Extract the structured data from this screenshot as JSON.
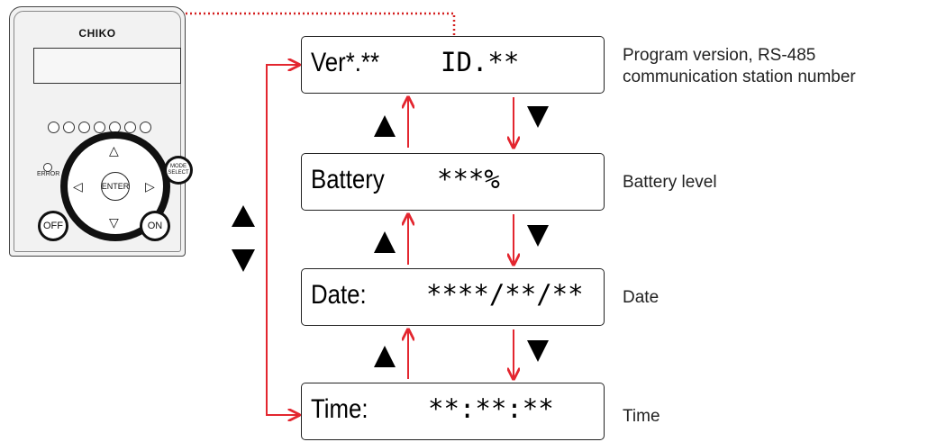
{
  "device": {
    "brand": "CHIKO",
    "error_label": "ERROR",
    "enter_label": "ENTER",
    "mode_label_1": "MODE",
    "mode_label_2": "SELECT",
    "off_label": "OFF",
    "on_label": "ON"
  },
  "screens": [
    {
      "label": "Ver*.**",
      "value": "ID.**",
      "description_1": "Program version, RS-485",
      "description_2": "communication station number"
    },
    {
      "label": "Battery",
      "value": "***%",
      "description_1": "Battery level"
    },
    {
      "label": "Date:",
      "value": "****/**/**",
      "description_1": "Date"
    },
    {
      "label": "Time:",
      "value": "**:**:**",
      "description_1": "Time"
    }
  ],
  "colors": {
    "arrow": "#e3262f",
    "connector": "#d42020",
    "outline": "#222222"
  },
  "icons": {
    "up": "up-triangle-icon",
    "down": "down-triangle-icon"
  }
}
